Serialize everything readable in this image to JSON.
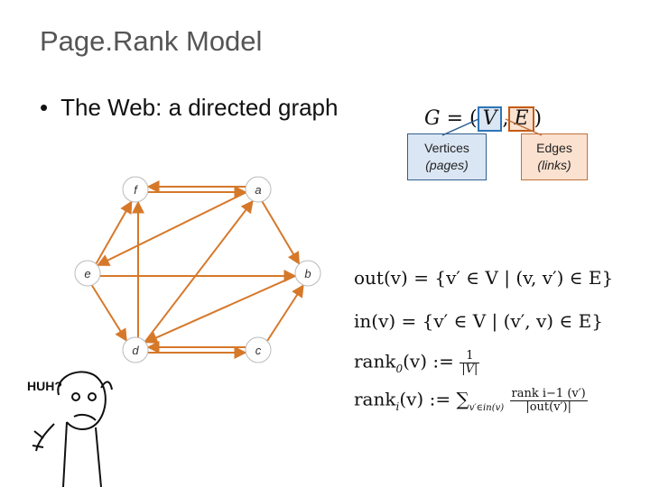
{
  "slide": {
    "title": "Page.Rank Model",
    "bullet": "The Web: a directed graph"
  },
  "graph_def": {
    "g": "G",
    "eq": " = (",
    "v": "V",
    "comma": ",",
    "e": "E",
    "close": ")"
  },
  "callouts": {
    "vertices": "Vertices",
    "vertices_sub": "(pages)",
    "edges": "Edges",
    "edges_sub": "(links)"
  },
  "nodes": [
    {
      "id": "f",
      "label": "f"
    },
    {
      "id": "a",
      "label": "a"
    },
    {
      "id": "e",
      "label": "e"
    },
    {
      "id": "b",
      "label": "b"
    },
    {
      "id": "d",
      "label": "d"
    },
    {
      "id": "c",
      "label": "c"
    }
  ],
  "edges": [
    {
      "from": "f",
      "to": "a"
    },
    {
      "from": "a",
      "to": "f"
    },
    {
      "from": "e",
      "to": "f"
    },
    {
      "from": "d",
      "to": "f"
    },
    {
      "from": "a",
      "to": "e"
    },
    {
      "from": "a",
      "to": "b"
    },
    {
      "from": "e",
      "to": "b"
    },
    {
      "from": "e",
      "to": "d"
    },
    {
      "from": "d",
      "to": "a"
    },
    {
      "from": "d",
      "to": "c"
    },
    {
      "from": "c",
      "to": "d"
    },
    {
      "from": "c",
      "to": "b"
    },
    {
      "from": "b",
      "to": "d"
    }
  ],
  "formulas": {
    "out_lhs": "out(v)",
    "out_rhs": "= {v′ ∈ V | (v, v′) ∈ E}",
    "in_lhs": "in(v)",
    "in_rhs": "= {v′ ∈ V | (v′, v) ∈ E}",
    "rank0_lhs": "rank",
    "rank0_sub": "0",
    "rank0_v": "(v) :=",
    "rank0_num": "1",
    "rank0_den": "|V|",
    "ranki_lhs": "rank",
    "ranki_sub": "i",
    "ranki_v": "(v) := ∑",
    "ranki_sum_sub": "v′∈in(v)",
    "ranki_num": "rank i−1 (v′)",
    "ranki_den": "|out(v′)|"
  },
  "cartoon": {
    "caption": "HUH?"
  },
  "colors": {
    "node_fill": "#ffffff",
    "edge": "#d6782a",
    "vertex_accent": "#2e75b6",
    "edge_accent": "#c55a11"
  }
}
